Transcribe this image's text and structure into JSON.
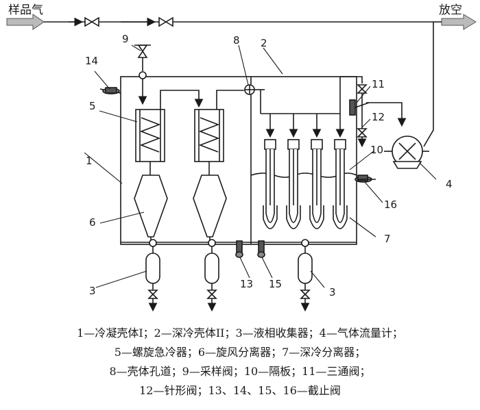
{
  "inlet_label": "样品气",
  "outlet_label": "放空",
  "component_numbers": [
    "1",
    "2",
    "3",
    "3",
    "4",
    "5",
    "6",
    "7",
    "8",
    "9",
    "10",
    "11",
    "12",
    "13",
    "14",
    "15",
    "16"
  ],
  "legend_lines": [
    "1—冷凝壳体I；2—深冷壳体II；3—液相收集器；4—气体流量计；",
    "5—螺旋急冷器；6—旋风分离器；7—深冷分离器；",
    "8—壳体孔道；9—采样阀；10—隔板；11—三通阀；",
    "12—针形阀；13、14、15、16—截止阀"
  ]
}
